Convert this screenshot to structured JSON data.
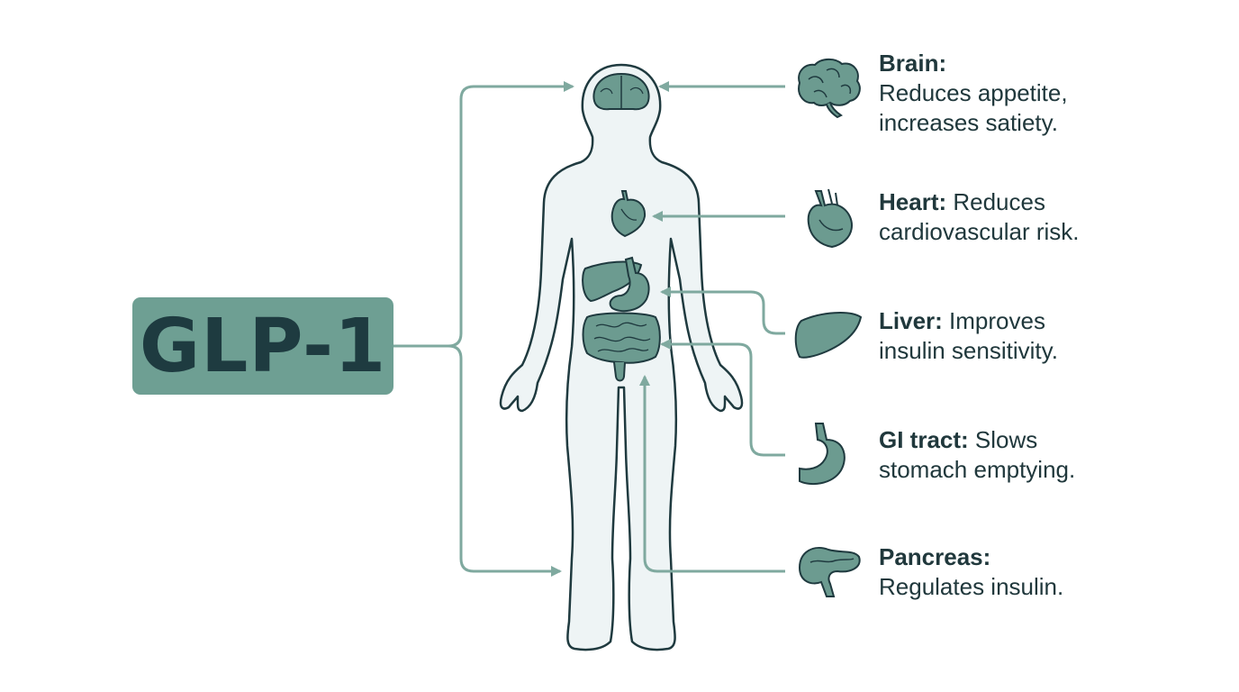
{
  "main_label": "GLP-1",
  "colors": {
    "accent_fill": "#6e9f93",
    "arrow": "#7fa99f",
    "body_fill": "#eef4f5",
    "outline": "#1f3a3f",
    "organ_fill": "#6c9b90",
    "text": "#20383c"
  },
  "effects": [
    {
      "organ": "Brain:",
      "line1": "",
      "line2": "Reduces appetite,",
      "line3": "increases satiety.",
      "icon": "brain-icon"
    },
    {
      "organ": "Heart:",
      "line1": " Reduces",
      "line2": "cardiovascular risk.",
      "line3": "",
      "icon": "heart-icon"
    },
    {
      "organ": "Liver:",
      "line1": " Improves",
      "line2": "insulin sensitivity.",
      "line3": "",
      "icon": "liver-icon"
    },
    {
      "organ": "GI tract:",
      "line1": " Slows",
      "line2": "stomach emptying.",
      "line3": "",
      "icon": "stomach-icon"
    },
    {
      "organ": "Pancreas:",
      "line1": "",
      "line2": "Regulates insulin.",
      "line3": "",
      "icon": "pancreas-icon"
    }
  ]
}
